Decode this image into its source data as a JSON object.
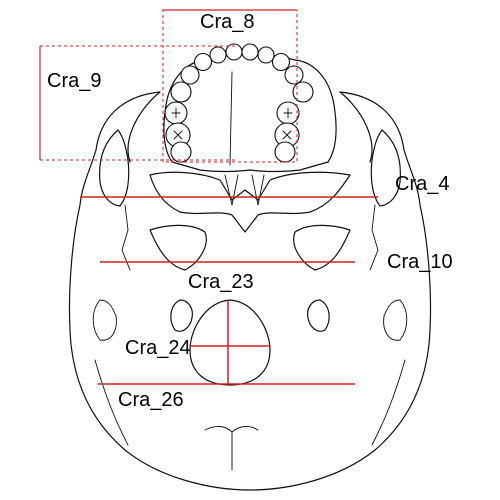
{
  "figure": {
    "measurements": [
      {
        "id": "cra8",
        "label": "Cra_8",
        "line_style": "dashed"
      },
      {
        "id": "cra9",
        "label": "Cra_9",
        "line_style": "dashed"
      },
      {
        "id": "cra4",
        "label": "Cra_4",
        "line_style": "solid"
      },
      {
        "id": "cra10",
        "label": "Cra_10",
        "line_style": "solid"
      },
      {
        "id": "cra23",
        "label": "Cra_23",
        "line_style": "solid"
      },
      {
        "id": "cra24",
        "label": "Cra_24",
        "line_style": "solid"
      },
      {
        "id": "cra26",
        "label": "Cra_26",
        "line_style": "solid"
      }
    ],
    "colors": {
      "measurement_line": "#d42020",
      "outline": "#111111",
      "label_text": "#000000",
      "background": "#ffffff"
    }
  }
}
